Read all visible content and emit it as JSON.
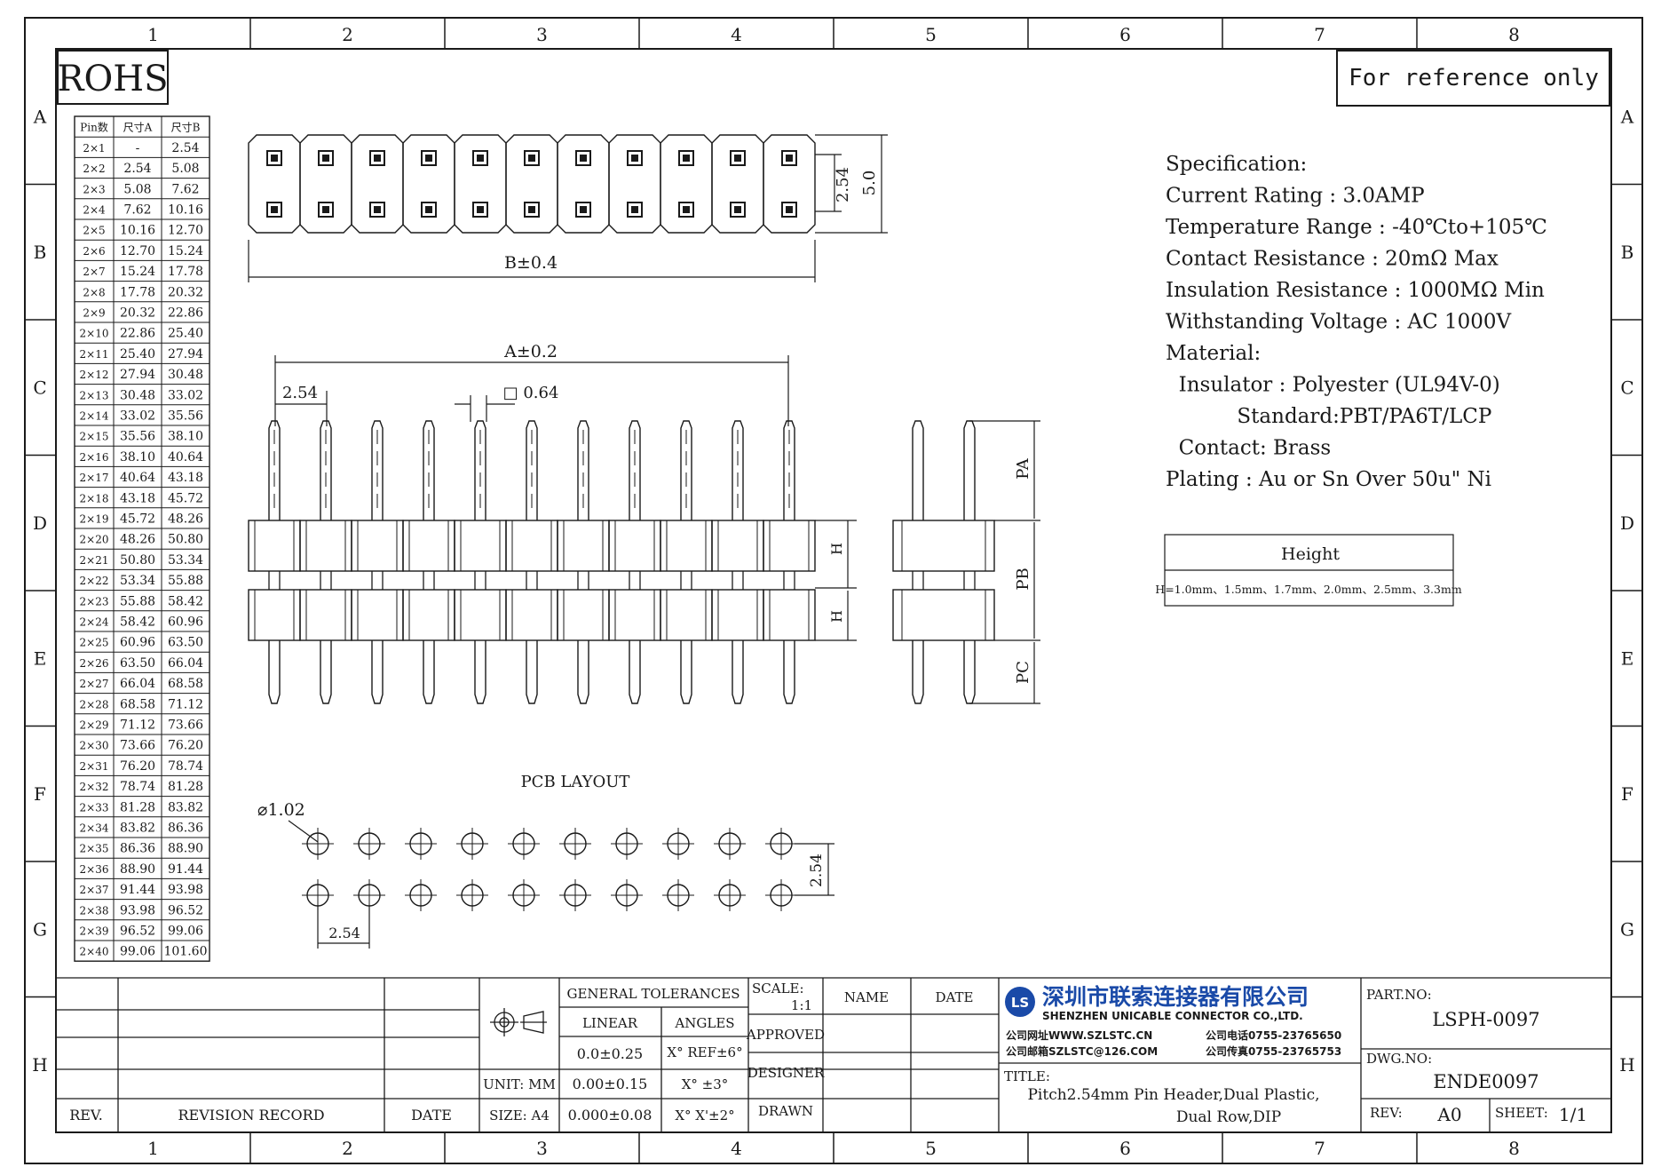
{
  "zones": {
    "columns": [
      "1",
      "2",
      "3",
      "4",
      "5",
      "6",
      "7",
      "8"
    ],
    "rows": [
      "A",
      "B",
      "C",
      "D",
      "E",
      "F",
      "G",
      "H"
    ]
  },
  "badges": {
    "rohs": "ROHS",
    "reference": "For reference only"
  },
  "size_table": {
    "headers": [
      "Pin数",
      "尺寸A",
      "尺寸B"
    ],
    "rows": [
      [
        "2×1",
        "-",
        "2.54"
      ],
      [
        "2×2",
        "2.54",
        "5.08"
      ],
      [
        "2×3",
        "5.08",
        "7.62"
      ],
      [
        "2×4",
        "7.62",
        "10.16"
      ],
      [
        "2×5",
        "10.16",
        "12.70"
      ],
      [
        "2×6",
        "12.70",
        "15.24"
      ],
      [
        "2×7",
        "15.24",
        "17.78"
      ],
      [
        "2×8",
        "17.78",
        "20.32"
      ],
      [
        "2×9",
        "20.32",
        "22.86"
      ],
      [
        "2×10",
        "22.86",
        "25.40"
      ],
      [
        "2×11",
        "25.40",
        "27.94"
      ],
      [
        "2×12",
        "27.94",
        "30.48"
      ],
      [
        "2×13",
        "30.48",
        "33.02"
      ],
      [
        "2×14",
        "33.02",
        "35.56"
      ],
      [
        "2×15",
        "35.56",
        "38.10"
      ],
      [
        "2×16",
        "38.10",
        "40.64"
      ],
      [
        "2×17",
        "40.64",
        "43.18"
      ],
      [
        "2×18",
        "43.18",
        "45.72"
      ],
      [
        "2×19",
        "45.72",
        "48.26"
      ],
      [
        "2×20",
        "48.26",
        "50.80"
      ],
      [
        "2×21",
        "50.80",
        "53.34"
      ],
      [
        "2×22",
        "53.34",
        "55.88"
      ],
      [
        "2×23",
        "55.88",
        "58.42"
      ],
      [
        "2×24",
        "58.42",
        "60.96"
      ],
      [
        "2×25",
        "60.96",
        "63.50"
      ],
      [
        "2×26",
        "63.50",
        "66.04"
      ],
      [
        "2×27",
        "66.04",
        "68.58"
      ],
      [
        "2×28",
        "68.58",
        "71.12"
      ],
      [
        "2×29",
        "71.12",
        "73.66"
      ],
      [
        "2×30",
        "73.66",
        "76.20"
      ],
      [
        "2×31",
        "76.20",
        "78.74"
      ],
      [
        "2×32",
        "78.74",
        "81.28"
      ],
      [
        "2×33",
        "81.28",
        "83.82"
      ],
      [
        "2×34",
        "83.82",
        "86.36"
      ],
      [
        "2×35",
        "86.36",
        "88.90"
      ],
      [
        "2×36",
        "88.90",
        "91.44"
      ],
      [
        "2×37",
        "91.44",
        "93.98"
      ],
      [
        "2×38",
        "93.98",
        "96.52"
      ],
      [
        "2×39",
        "96.52",
        "99.06"
      ],
      [
        "2×40",
        "99.06",
        "101.60"
      ]
    ]
  },
  "dims": {
    "top_pitch": "2.54",
    "top_height": "5.0",
    "b_dim": "B±0.4",
    "a_dim": "A±0.2",
    "pitch": "2.54",
    "pin_square": "□ 0.64",
    "h1": "H",
    "h2": "H",
    "pa": "PA",
    "pb": "PB",
    "pc": "PC",
    "pcb_title": "PCB LAYOUT",
    "hole": "⌀1.02",
    "pcb_pitch_v": "2.54",
    "pcb_pitch_h": "2.54"
  },
  "spec": {
    "lines": [
      "Specification:",
      "Current Rating : 3.0AMP",
      "Temperature Range : -40℃to+105℃",
      "Contact Resistance : 20mΩ Max",
      "Insulation Resistance : 1000MΩ Min",
      "Withstanding Voltage : AC 1000V",
      "Material:",
      "  Insulator : Polyester (UL94V-0)",
      "           Standard:PBT/PA6T/LCP",
      "  Contact: Brass",
      "Plating : Au or Sn Over 50u\" Ni"
    ]
  },
  "height_box": {
    "title": "Height",
    "value": "H=1.0mm、1.5mm、1.7mm、2.0mm、2.5mm、3.3mm"
  },
  "title_block": {
    "rev": "REV.",
    "revision_record": "REVISION RECORD",
    "date_col": "DATE",
    "general_tol": "GENERAL TOLERANCES",
    "linear": "LINEAR",
    "angles": "ANGLES",
    "lin1": "0.0±0.25",
    "lin2": "0.00±0.15",
    "lin3": "0.000±0.08",
    "ang1": "X° REF±6°",
    "ang2": "X° ±3°",
    "ang3": "X° X'±2°",
    "unit": "UNIT: MM",
    "size": "SIZE: A4",
    "scale": "SCALE:",
    "scale_val": "1:1",
    "name": "NAME",
    "date": "DATE",
    "approved": "APPROVED",
    "designer": "DESIGNER",
    "drawn": "DRAWN",
    "company_cn": "深圳市联索连接器有限公司",
    "company_en": "SHENZHEN UNICABLE CONNECTOR CO.,LTD.",
    "web": "公司网址WWW.SZLSTC.CN",
    "tel": "公司电话0755-23765650",
    "email": "公司邮箱SZLSTC@126.COM",
    "fax": "公司传真0755-23765753",
    "title_label": "TITLE:",
    "title_line1": "Pitch2.54mm Pin Header,Dual Plastic,",
    "title_line2": "Dual Row,DIP",
    "part_label": "PART.NO:",
    "part_no": "LSPH-0097",
    "dwg_label": "DWG.NO:",
    "dwg_no": "ENDE0097",
    "rev_label": "REV:",
    "rev_val": "A0",
    "sheet_label": "SHEET:",
    "sheet_val": "1/1",
    "logo": "LS"
  }
}
